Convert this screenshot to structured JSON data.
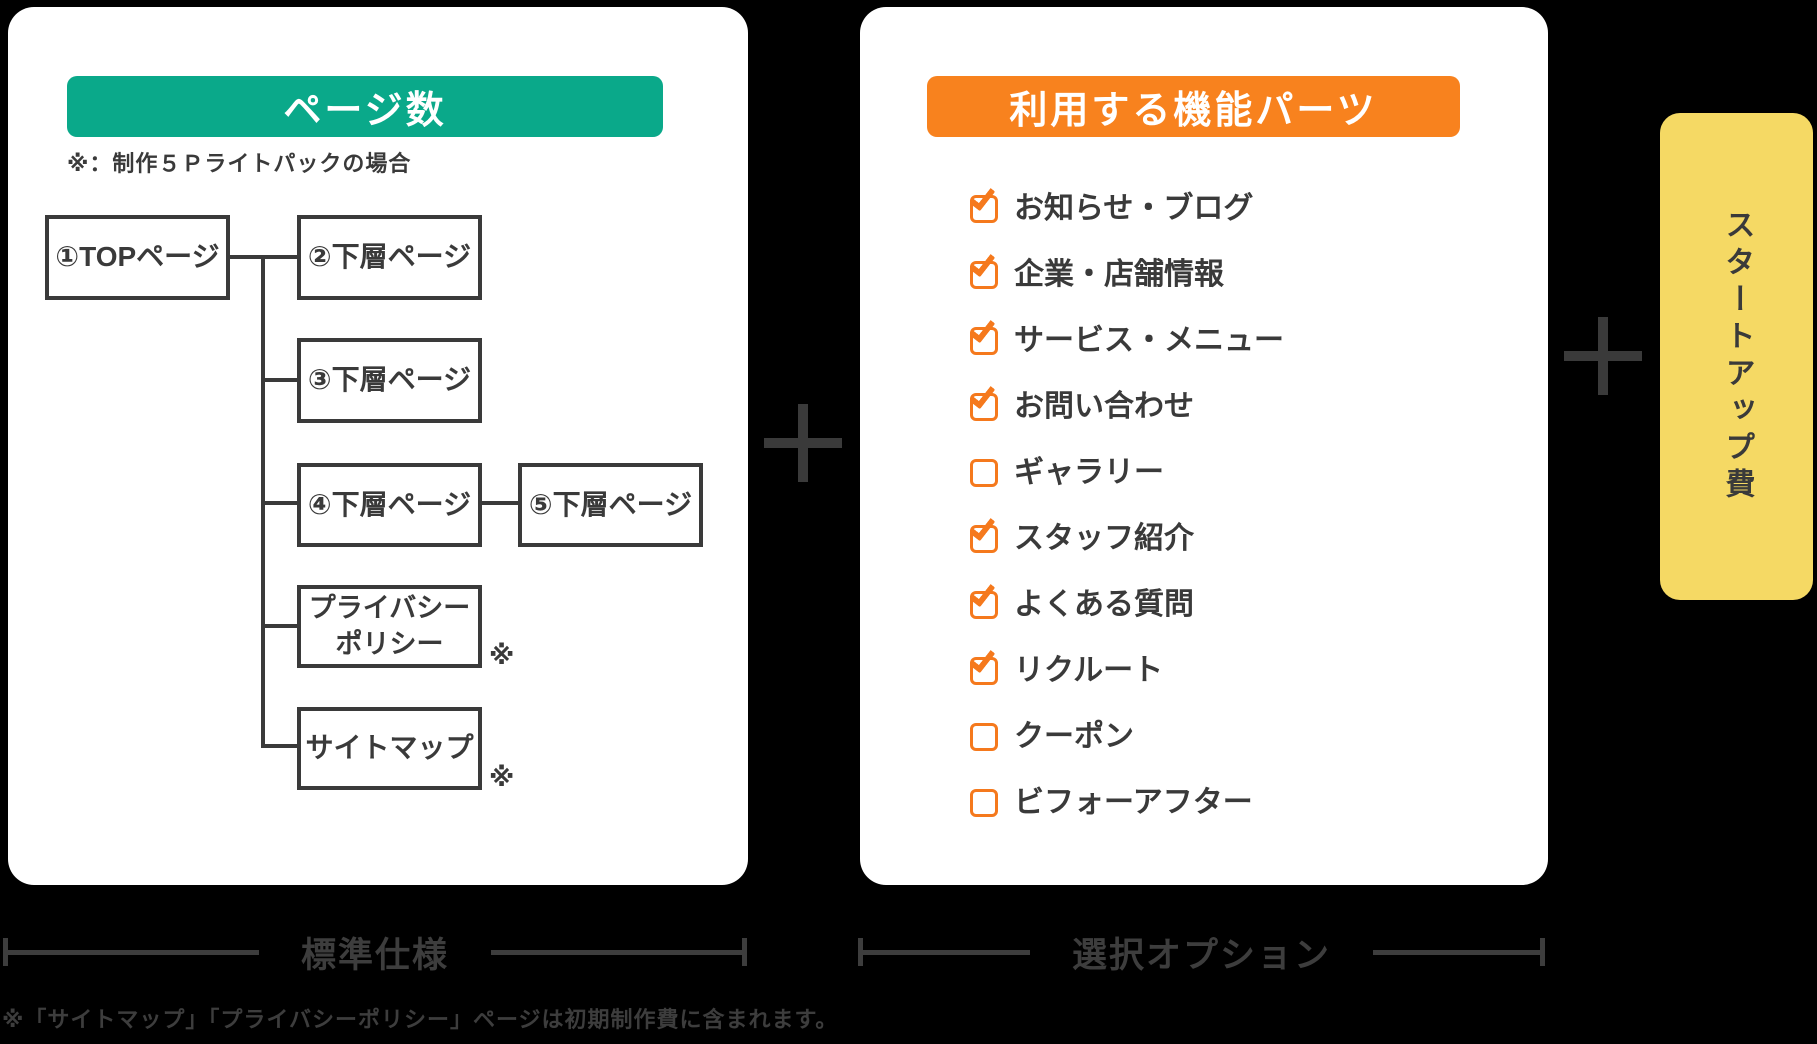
{
  "colors": {
    "page_bg": "#000000",
    "card_bg": "#FFFFFF",
    "green": "#0AA98A",
    "orange": "#F8821E",
    "checkbox_orange": "#F5791D",
    "yellow": "#F5D964",
    "dark": "#3A3A3A",
    "bracket_gray": "#3D3D3D"
  },
  "left_card": {
    "header": "ページ数",
    "note": "※：制作５Ｐライトパックの場合",
    "tree": {
      "nodes": [
        {
          "label": "①TOPページ"
        },
        {
          "label": "②下層ページ"
        },
        {
          "label": "③下層ページ"
        },
        {
          "label": "④下層ページ"
        },
        {
          "label": "⑤下層ページ"
        },
        {
          "label_line1": "プライバシー",
          "label_line2": "ポリシー"
        },
        {
          "label": "サイトマップ"
        }
      ],
      "asterisk": "※"
    },
    "bracket_label": "標準仕様"
  },
  "right_card": {
    "header": "利用する機能パーツ",
    "items": [
      {
        "label": "お知らせ・ブログ",
        "checked": true
      },
      {
        "label": "企業・店舗情報",
        "checked": true
      },
      {
        "label": "サービス・メニュー",
        "checked": true
      },
      {
        "label": "お問い合わせ",
        "checked": true
      },
      {
        "label": "ギャラリー",
        "checked": false
      },
      {
        "label": "スタッフ紹介",
        "checked": true
      },
      {
        "label": "よくある質問",
        "checked": true
      },
      {
        "label": "リクルート",
        "checked": true
      },
      {
        "label": "クーポン",
        "checked": false
      },
      {
        "label": "ビフォーアフター",
        "checked": false
      }
    ],
    "bracket_label": "選択オプション"
  },
  "startup_box": {
    "label": "スタートアップ費"
  },
  "footnote": "※「サイトマップ」「プライバシーポリシー」ページは初期制作費に含まれます。"
}
